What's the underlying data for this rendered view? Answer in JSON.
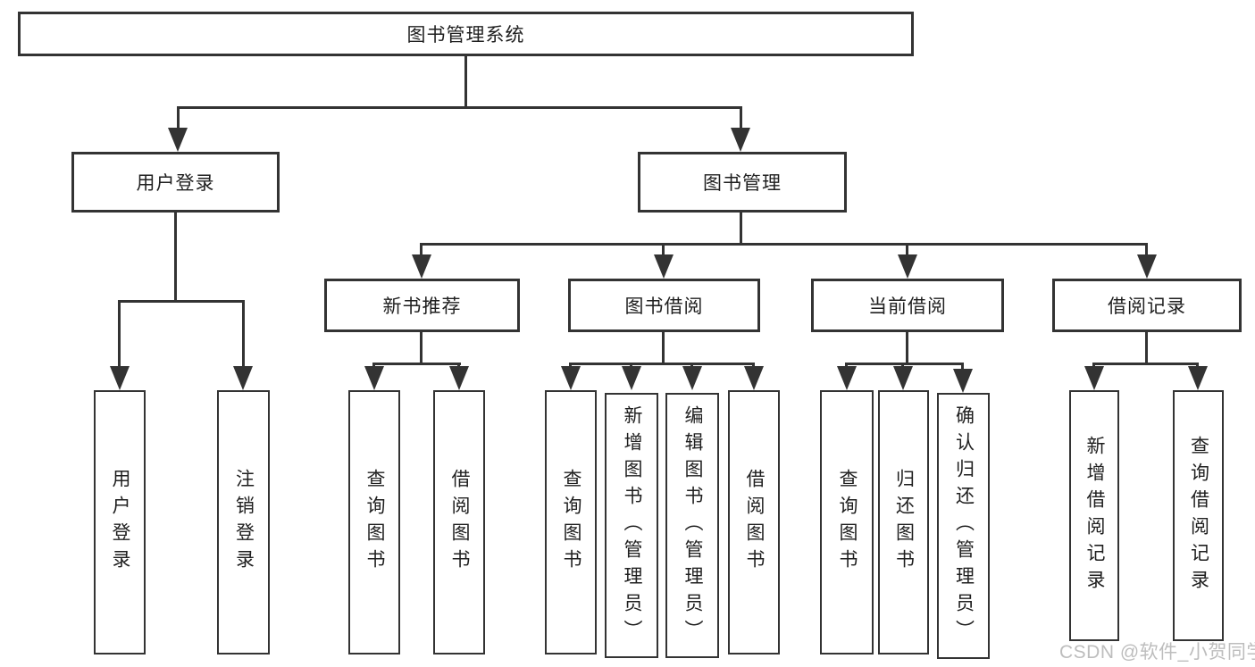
{
  "diagram": {
    "root": {
      "label": "图书管理系统"
    },
    "level2": [
      {
        "label": "用户登录"
      },
      {
        "label": "图书管理"
      }
    ],
    "level3": [
      {
        "label": "新书推荐"
      },
      {
        "label": "图书借阅"
      },
      {
        "label": "当前借阅"
      },
      {
        "label": "借阅记录"
      }
    ],
    "leaves": {
      "user_login": [
        "用户登录",
        "注销登录"
      ],
      "new_book": [
        "查询图书",
        "借阅图书"
      ],
      "book_borrow": [
        "查询图书",
        "新增图书（管理员）",
        "编辑图书（管理员）",
        "借阅图书"
      ],
      "current_borrow": [
        "查询图书",
        "归还图书",
        "确认归还（管理员）"
      ],
      "borrow_record": [
        "新增借阅记录",
        "查询借阅记录"
      ]
    }
  },
  "watermark": {
    "text": "CSDN @软件_小贺同学"
  },
  "colors": {
    "line": "#333333",
    "text": "#1f1f1f",
    "background": "#ffffff",
    "watermark": "#bdbdbd"
  }
}
